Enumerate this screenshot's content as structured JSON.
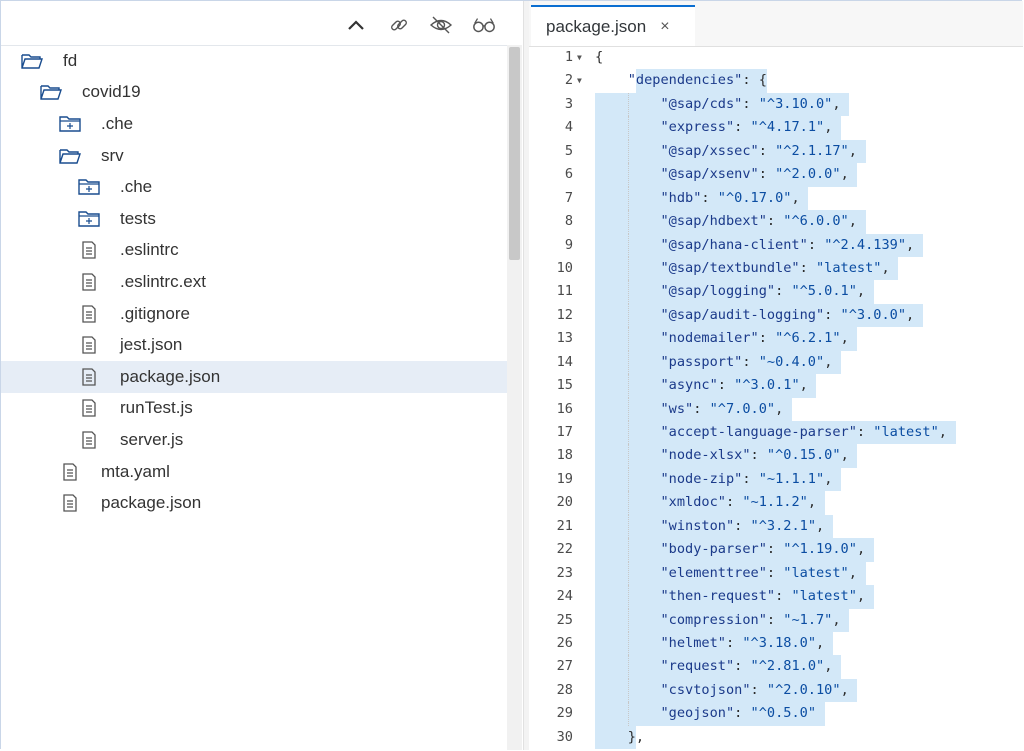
{
  "explorer": {
    "toolbar_icons": [
      "collapse-icon",
      "link-icon",
      "hide-icon",
      "glasses-icon"
    ],
    "tree": [
      {
        "label": "fd",
        "type": "folder-open",
        "level": 0
      },
      {
        "label": "covid19",
        "type": "folder-open",
        "level": 1
      },
      {
        "label": ".che",
        "type": "folder-closed",
        "level": 2
      },
      {
        "label": "srv",
        "type": "folder-open",
        "level": 2
      },
      {
        "label": ".che",
        "type": "folder-closed",
        "level": 3
      },
      {
        "label": "tests",
        "type": "folder-closed",
        "level": 3
      },
      {
        "label": ".eslintrc",
        "type": "file",
        "level": 3
      },
      {
        "label": ".eslintrc.ext",
        "type": "file",
        "level": 3
      },
      {
        "label": ".gitignore",
        "type": "file",
        "level": 3
      },
      {
        "label": "jest.json",
        "type": "file",
        "level": 3
      },
      {
        "label": "package.json",
        "type": "file",
        "level": 3,
        "selected": true
      },
      {
        "label": "runTest.js",
        "type": "file",
        "level": 3
      },
      {
        "label": "server.js",
        "type": "file",
        "level": 3
      },
      {
        "label": "mta.yaml",
        "type": "file",
        "level": 2
      },
      {
        "label": "package.json",
        "type": "file",
        "level": 2
      }
    ]
  },
  "editor": {
    "tab": {
      "title": "package.json",
      "close": "×"
    },
    "lines": [
      {
        "n": "1",
        "text": "{",
        "fold": true
      },
      {
        "n": "2",
        "text": "    \"dependencies\": {",
        "fold": true
      },
      {
        "n": "3",
        "text": "        \"@sap/cds\": \"^3.10.0\","
      },
      {
        "n": "4",
        "text": "        \"express\": \"^4.17.1\","
      },
      {
        "n": "5",
        "text": "        \"@sap/xssec\": \"^2.1.17\","
      },
      {
        "n": "6",
        "text": "        \"@sap/xsenv\": \"^2.0.0\","
      },
      {
        "n": "7",
        "text": "        \"hdb\": \"^0.17.0\","
      },
      {
        "n": "8",
        "text": "        \"@sap/hdbext\": \"^6.0.0\","
      },
      {
        "n": "9",
        "text": "        \"@sap/hana-client\": \"^2.4.139\","
      },
      {
        "n": "10",
        "text": "        \"@sap/textbundle\": \"latest\","
      },
      {
        "n": "11",
        "text": "        \"@sap/logging\": \"^5.0.1\","
      },
      {
        "n": "12",
        "text": "        \"@sap/audit-logging\": \"^3.0.0\","
      },
      {
        "n": "13",
        "text": "        \"nodemailer\": \"^6.2.1\","
      },
      {
        "n": "14",
        "text": "        \"passport\": \"~0.4.0\","
      },
      {
        "n": "15",
        "text": "        \"async\": \"^3.0.1\","
      },
      {
        "n": "16",
        "text": "        \"ws\": \"^7.0.0\","
      },
      {
        "n": "17",
        "text": "        \"accept-language-parser\": \"latest\","
      },
      {
        "n": "18",
        "text": "        \"node-xlsx\": \"^0.15.0\","
      },
      {
        "n": "19",
        "text": "        \"node-zip\": \"~1.1.1\","
      },
      {
        "n": "20",
        "text": "        \"xmldoc\": \"~1.1.2\","
      },
      {
        "n": "21",
        "text": "        \"winston\": \"^3.2.1\","
      },
      {
        "n": "22",
        "text": "        \"body-parser\": \"^1.19.0\","
      },
      {
        "n": "23",
        "text": "        \"elementtree\": \"latest\","
      },
      {
        "n": "24",
        "text": "        \"then-request\": \"latest\","
      },
      {
        "n": "25",
        "text": "        \"compression\": \"~1.7\","
      },
      {
        "n": "26",
        "text": "        \"helmet\": \"^3.18.0\","
      },
      {
        "n": "27",
        "text": "        \"request\": \"^2.81.0\","
      },
      {
        "n": "28",
        "text": "        \"csvtojson\": \"^2.0.10\","
      },
      {
        "n": "29",
        "text": "        \"geojson\": \"^0.5.0\""
      },
      {
        "n": "30",
        "text": "    },"
      }
    ]
  },
  "colors": {
    "accent": "#0a6ed1",
    "selection": "#d3e8f8",
    "tree_selected": "#e6edf6"
  }
}
